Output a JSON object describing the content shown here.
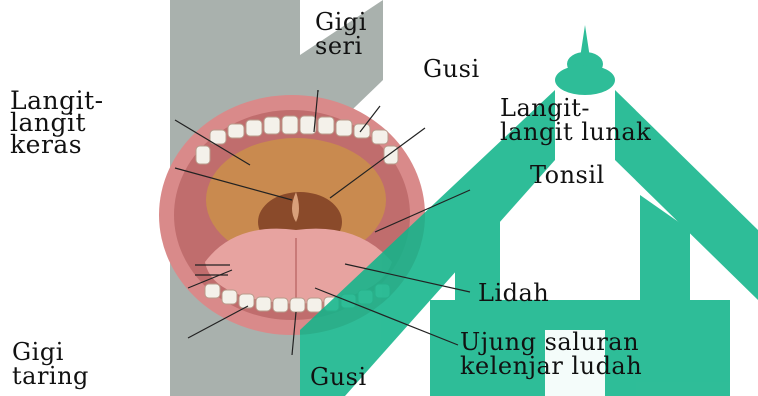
{
  "labels": {
    "gigi_seri": "Gigi\nseri",
    "gusi_top": "Gusi",
    "langit_keras": "Langit-\nlangit\nkeras",
    "langit_lunak": "Langit-\nlangit lunak",
    "tonsil": "Tonsil",
    "lidah": "Lidah",
    "ujung_saluran": "Ujung saluran\nkelenjar ludah",
    "gigi_taring": "Gigi\ntaring",
    "gusi_bottom": "Gusi"
  },
  "colors": {
    "watermark_gray": "#9aa39f",
    "watermark_green": "#12b48a",
    "lip": "#d98a8a",
    "palate": "#c98a4f",
    "tongue": "#e7a3a0",
    "tooth": "#f4f1ea"
  }
}
